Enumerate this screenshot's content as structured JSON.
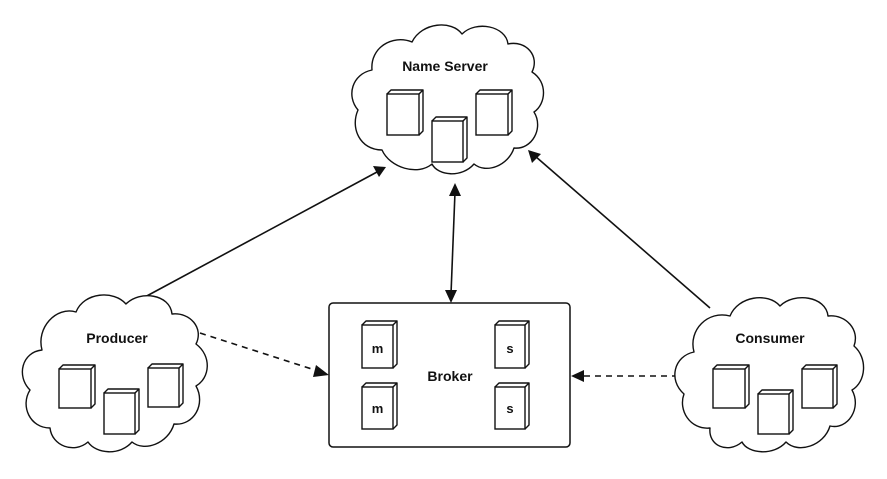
{
  "nodes": {
    "name_server": {
      "label": "Name Server"
    },
    "producer": {
      "label": "Producer"
    },
    "consumer": {
      "label": "Consumer"
    },
    "broker": {
      "label": "Broker",
      "units": [
        "m",
        "m",
        "s",
        "s"
      ]
    }
  },
  "edges": [
    {
      "from": "producer",
      "to": "name_server",
      "style": "solid",
      "arrow": "end"
    },
    {
      "from": "broker",
      "to": "name_server",
      "style": "solid",
      "arrow": "both"
    },
    {
      "from": "consumer",
      "to": "name_server",
      "style": "solid",
      "arrow": "end"
    },
    {
      "from": "producer",
      "to": "broker",
      "style": "dashed",
      "arrow": "end"
    },
    {
      "from": "consumer",
      "to": "broker",
      "style": "dashed",
      "arrow": "end"
    }
  ],
  "colors": {
    "stroke": "#111111",
    "background": "#ffffff"
  },
  "icons": {
    "server": "server-box-icon",
    "cloud": "cloud-shape"
  }
}
